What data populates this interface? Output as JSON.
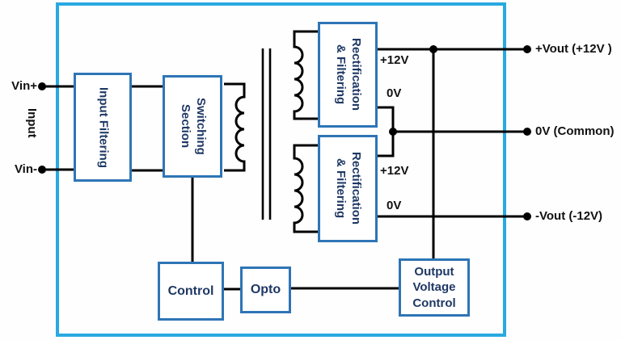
{
  "colors": {
    "frame": "#29A9E0",
    "box_border": "#2E75B6",
    "box_text": "#1F3864",
    "wire": "#000000"
  },
  "inputs": {
    "vin_plus": "Vin+",
    "vin_minus": "Vin-",
    "group_label": "Input"
  },
  "blocks": {
    "input_filtering": {
      "label": "Input Filtering"
    },
    "switching_section": {
      "line1": "Switching",
      "line2": "Section"
    },
    "rect_top": {
      "line1": "Rectification",
      "line2": "& Filtering"
    },
    "rect_bottom": {
      "line1": "Rectification",
      "line2": "& Filtering"
    },
    "control": {
      "label": "Control"
    },
    "opto": {
      "label": "Opto"
    },
    "output_voltage_control": {
      "line1": "Output",
      "line2": "Voltage",
      "line3": "Control"
    }
  },
  "rails": {
    "top_plus": "+12V",
    "top_zero": "0V",
    "bottom_plus": "+12V",
    "bottom_zero": "0V"
  },
  "outputs": {
    "positive": "+Vout (+12V )",
    "common": "0V (Common)",
    "negative": "-Vout (-12V)"
  }
}
